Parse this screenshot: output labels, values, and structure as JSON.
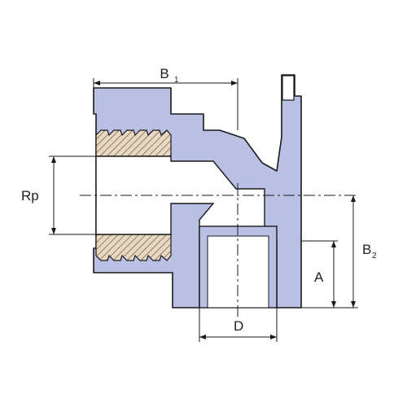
{
  "labels": {
    "b1": "B",
    "b1_sub": "1",
    "b2": "B",
    "b2_sub": "2",
    "rp": "Rp",
    "a": "A",
    "d": "D"
  },
  "colors": {
    "body_fill": "#b9c0e4",
    "outline": "#1a1a1a",
    "thread_fill": "#e7d8c6",
    "thread_hatch": "#9a7b5c",
    "bore_fill": "#ffffff",
    "background": "#ffffff"
  }
}
